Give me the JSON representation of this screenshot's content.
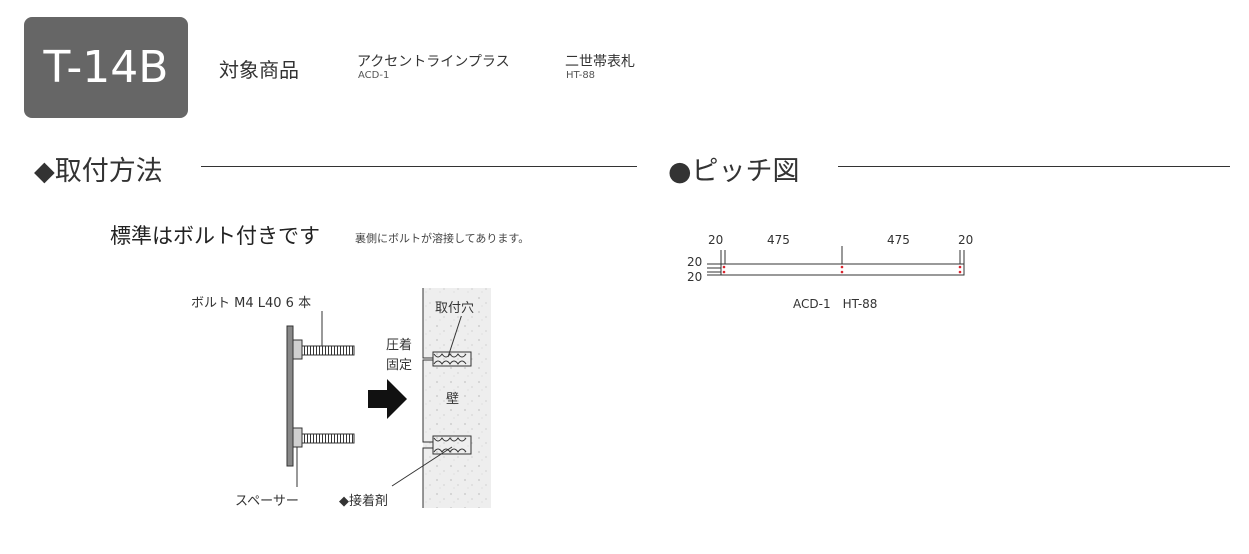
{
  "header": {
    "badge": "T-14B",
    "products_heading": "対象商品",
    "products": [
      {
        "name": "アクセントラインプラス",
        "code": "ACD-1"
      },
      {
        "name": "二世帯表札",
        "code": "HT-88"
      }
    ]
  },
  "install": {
    "title": "◆取付方法",
    "standard_main": "標準はボルト付きです",
    "standard_sub": "裏側にボルトが溶接してあります。",
    "labels": {
      "bolt": "ボルト M4 L40 6 本",
      "spacer": "スペーサー",
      "press1": "圧着",
      "press2": "固定",
      "hole": "取付穴",
      "wall": "壁",
      "adhesive": "◆接着剤"
    }
  },
  "pitch": {
    "title": "●ピッチ図",
    "dims_top": [
      "20",
      "475",
      "475",
      "20"
    ],
    "dims_side": [
      "20",
      "20"
    ],
    "caption": "ACD-1　HT-88"
  },
  "colors": {
    "badge_bg": "#666666",
    "marker": "#d9232d",
    "wall_fill": "#eeeeee"
  }
}
